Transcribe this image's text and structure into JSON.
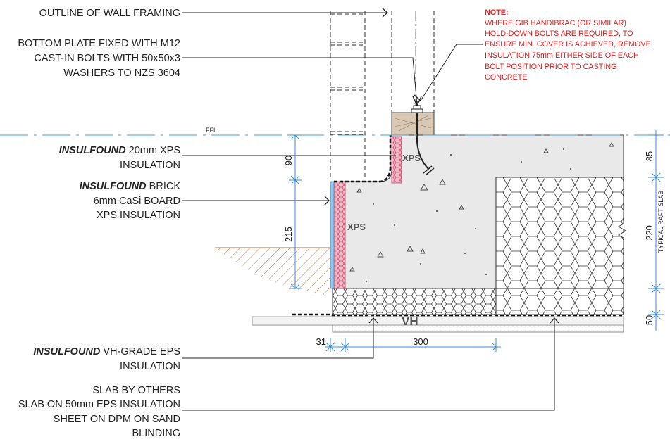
{
  "labels": {
    "wall_framing": "OUTLINE OF WALL FRAMING",
    "bottom_plate_1": "BOTTOM PLATE FIXED WITH M12",
    "bottom_plate_2": "CAST-IN BOLTS WITH 50x50x3",
    "bottom_plate_3": "WASHERS TO NZS 3604",
    "xps_brand": "INSULFOUND",
    "xps_rest": " 20mm XPS",
    "xps_2": "INSULATION",
    "brick_brand": "INSULFOUND",
    "brick_rest": " BRICK",
    "brick_2": "6mm CaSi BOARD",
    "brick_3": "XPS INSULATION",
    "eps_brand": "INSULFOUND",
    "eps_rest": " VH-GRADE EPS",
    "eps_2": "INSULATION",
    "slab_1": "SLAB BY OTHERS",
    "slab_2": "SLAB ON 50mm EPS INSULATION",
    "slab_3": "SHEET ON DPM ON SAND",
    "slab_4": "BLINDING"
  },
  "note": {
    "title": "NOTE:",
    "lines": [
      "WHERE GIB HANDIBRAC (OR SIMILAR)",
      "HOLD-DOWN BOLTS ARE REQUIRED, TO",
      "ENSURE MIN. COVER IS ACHIEVED, REMOVE",
      "INSULATION 75mm EITHER SIDE OF EACH",
      "BOLT POSITION PRIOR TO CASTING",
      "CONCRETE"
    ]
  },
  "tags": {
    "ffl": "FFL",
    "xps_upper": "XPS",
    "xps_lower": "XPS",
    "vh": "VH",
    "typical_raft": "TYPICAL RAFT SLAB"
  },
  "dimensions": {
    "d90": "90",
    "d215": "215",
    "d85": "85",
    "d220": "220",
    "d50": "50",
    "d31": "31",
    "d300": "300"
  },
  "colors": {
    "line": "#222222",
    "ffl_line": "#4a9fd4",
    "dim_blue": "#3a8fd6",
    "note_red": "#e31d1d",
    "xps_pink": "#f2b8c6",
    "plate": "#d8c8b4",
    "concrete": "#e9e9e9",
    "hatch_soil": "#b07040",
    "xps_blue_strip": "#8fc7ef"
  }
}
